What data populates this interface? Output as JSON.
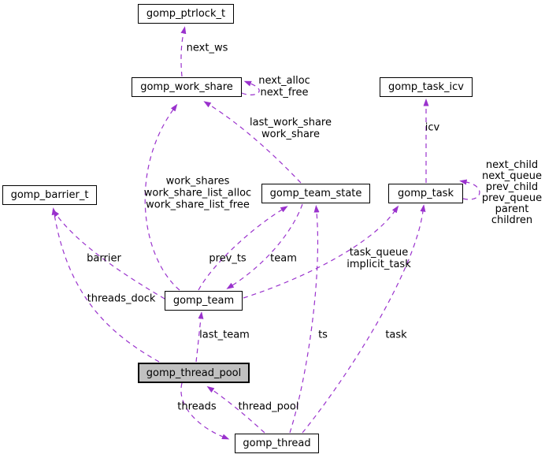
{
  "diagram": {
    "type": "doxygen-collaboration-graph",
    "colors": {
      "edge_color": "#9a32cd",
      "node_fill": "#ffffff",
      "node_border": "#000000",
      "highlight_fill": "#c0c0c0",
      "text_color": "#000000",
      "background": "#ffffff"
    },
    "nodes": {
      "ptrlock": {
        "label": "gomp_ptrlock_t"
      },
      "work_share": {
        "label": "gomp_work_share"
      },
      "task_icv": {
        "label": "gomp_task_icv"
      },
      "barrier_t": {
        "label": "gomp_barrier_t"
      },
      "team_state": {
        "label": "gomp_team_state"
      },
      "task": {
        "label": "gomp_task"
      },
      "team": {
        "label": "gomp_team"
      },
      "thread_pool": {
        "label": "gomp_thread_pool"
      },
      "thread": {
        "label": "gomp_thread"
      }
    },
    "edges": {
      "next_ws": {
        "label": "next_ws"
      },
      "ws_self": {
        "lines": [
          "next_alloc",
          "next_free"
        ]
      },
      "last_work_share": {
        "lines": [
          "last_work_share",
          "work_share"
        ]
      },
      "work_shares": {
        "lines": [
          "work_shares",
          "work_share_list_alloc",
          "work_share_list_free"
        ]
      },
      "icv": {
        "label": "icv"
      },
      "task_self": {
        "lines": [
          "next_child",
          "next_queue",
          "prev_child",
          "prev_queue",
          "parent",
          "children"
        ]
      },
      "barrier": {
        "label": "barrier"
      },
      "threads_dock": {
        "label": "threads_dock"
      },
      "prev_ts": {
        "label": "prev_ts"
      },
      "team": {
        "label": "team"
      },
      "task_queue": {
        "lines": [
          "task_queue",
          "implicit_task"
        ]
      },
      "last_team": {
        "label": "last_team"
      },
      "ts": {
        "label": "ts"
      },
      "task": {
        "label": "task"
      },
      "threads": {
        "label": "threads"
      },
      "thread_pool": {
        "label": "thread_pool"
      }
    }
  }
}
